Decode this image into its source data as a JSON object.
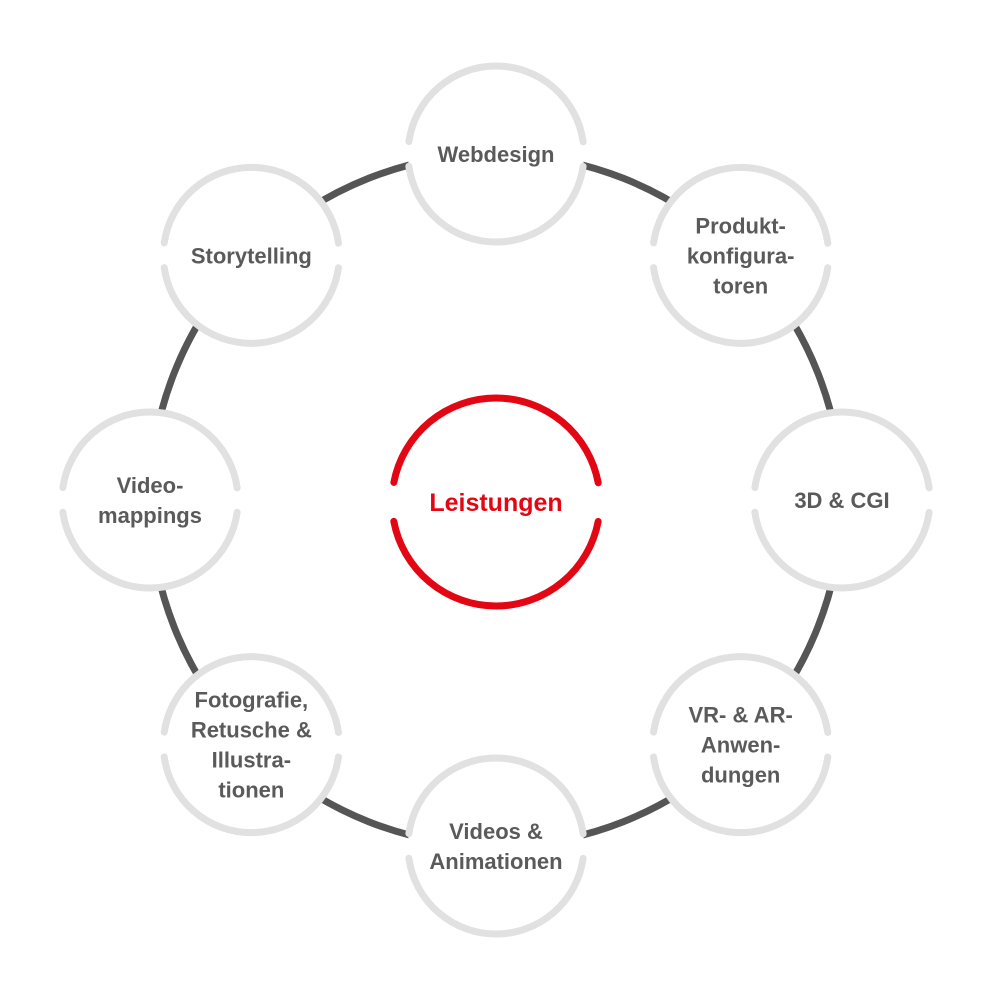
{
  "center": {
    "label": "Leistungen"
  },
  "nodes": [
    {
      "id": "webdesign",
      "lines": [
        "Webdesign"
      ]
    },
    {
      "id": "produktkonfiguratoren",
      "lines": [
        "Produkt-",
        "konfigura-",
        "toren"
      ]
    },
    {
      "id": "3d-cgi",
      "lines": [
        "3D & CGI"
      ]
    },
    {
      "id": "vr-ar",
      "lines": [
        "VR- & AR-",
        "Anwen-",
        "dungen"
      ]
    },
    {
      "id": "videos-animationen",
      "lines": [
        "Videos &",
        "Animationen"
      ]
    },
    {
      "id": "fotografie",
      "lines": [
        "Fotografie,",
        "Retusche &",
        "Illustra-",
        "tionen"
      ]
    },
    {
      "id": "videomappings",
      "lines": [
        "Video-",
        "mappings"
      ]
    },
    {
      "id": "storytelling",
      "lines": [
        "Storytelling"
      ]
    }
  ],
  "colors": {
    "accent": "#e30613",
    "ring": "#555555",
    "node_outline": "#e1e1e1",
    "text": "#5a5a5a",
    "background": "#ffffff"
  }
}
